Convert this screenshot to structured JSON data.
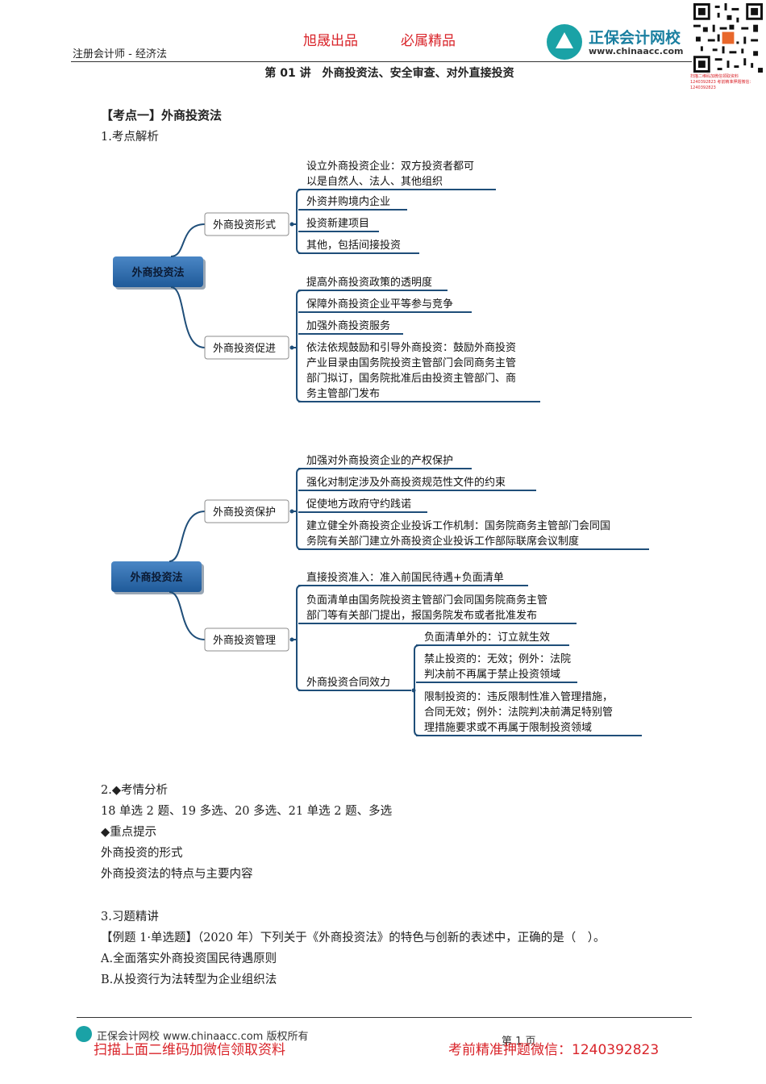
{
  "header": {
    "course": "注册会计师 - 经济法",
    "brand_left": "旭晟出品",
    "brand_right": "必属精品",
    "logo_name": "正保会计网校",
    "logo_url": "www.chinaacc.com",
    "qr_caption": "扫描二维码加微信领取资料 1240392823 考前精准押题微信：1240392823",
    "lecture_title": "第 01 讲　外商投资法、安全审查、对外直接投资"
  },
  "section": {
    "heading": "【考点一】外商投资法",
    "sub1": "1.考点解析"
  },
  "mindmap1": {
    "root": "外商投资法",
    "branches": [
      {
        "label": "外商投资形式",
        "items": [
          [
            "设立外商投资企业：双方投资者都可",
            "以是自然人、法人、其他组织"
          ],
          [
            "外资并购境内企业"
          ],
          [
            "投资新建项目"
          ],
          [
            "其他，包括间接投资"
          ]
        ]
      },
      {
        "label": "外商投资促进",
        "items": [
          [
            "提高外商投资政策的透明度"
          ],
          [
            "保障外商投资企业平等参与竞争"
          ],
          [
            "加强外商投资服务"
          ],
          [
            "依法依规鼓励和引导外商投资：鼓励外商投资",
            "产业目录由国务院投资主管部门会同商务主管",
            "部门拟订，国务院批准后由投资主管部门、商",
            "务主管部门发布"
          ]
        ]
      }
    ]
  },
  "mindmap2": {
    "root": "外商投资法",
    "branches": [
      {
        "label": "外商投资保护",
        "items": [
          [
            "加强对外商投资企业的产权保护"
          ],
          [
            "强化对制定涉及外商投资规范性文件的约束"
          ],
          [
            "促使地方政府守约践诺"
          ],
          [
            "建立健全外商投资企业投诉工作机制：国务院商务主管部门会同国",
            "务院有关部门建立外商投资企业投诉工作部际联席会议制度"
          ]
        ]
      },
      {
        "label": "外商投资管理",
        "items": [
          [
            "直接投资准入：准入前国民待遇+负面清单"
          ],
          [
            "负面清单由国务院投资主管部门会同国务院商务主管",
            "部门等有关部门提出，报国务院发布或者批准发布"
          ]
        ],
        "sub": {
          "label": "外商投资合同效力",
          "items": [
            [
              "负面清单外的：订立就生效"
            ],
            [
              "禁止投资的：无效；例外：法院",
              "判决前不再属于禁止投资领域"
            ],
            [
              "限制投资的：违反限制性准入管理措施，",
              "合同无效；例外：法院判决前满足特别管",
              "理措施要求或不再属于限制投资领域"
            ]
          ]
        }
      }
    ]
  },
  "analysis": {
    "l1": "2.◆考情分析",
    "l2": "18 单选 2 题、19 多选、20 多选、21 单选 2 题、多选",
    "l3": "◆重点提示",
    "l4": "外商投资的形式",
    "l5": "外商投资法的特点与主要内容"
  },
  "practice": {
    "l1": "3.习题精讲",
    "l2": "【例题 1·单选题】（2020 年）下列关于《外商投资法》的特色与创新的表述中，正确的是（　）。",
    "l3": "A.全面落实外商投资国民待遇原则",
    "l4": "B.从投资行为法转型为企业组织法"
  },
  "footer": {
    "left": "正保会计网校 www.chinaacc.com 版权所有",
    "page": "第 1 页",
    "promo_left": "扫描上面二维码加微信领取资料",
    "promo_right": "考前精准押题微信：1240392823"
  },
  "colors": {
    "root_fill": "#2e6aa8",
    "branch_line": "#1f4e79",
    "brand_red": "#d9242a"
  }
}
